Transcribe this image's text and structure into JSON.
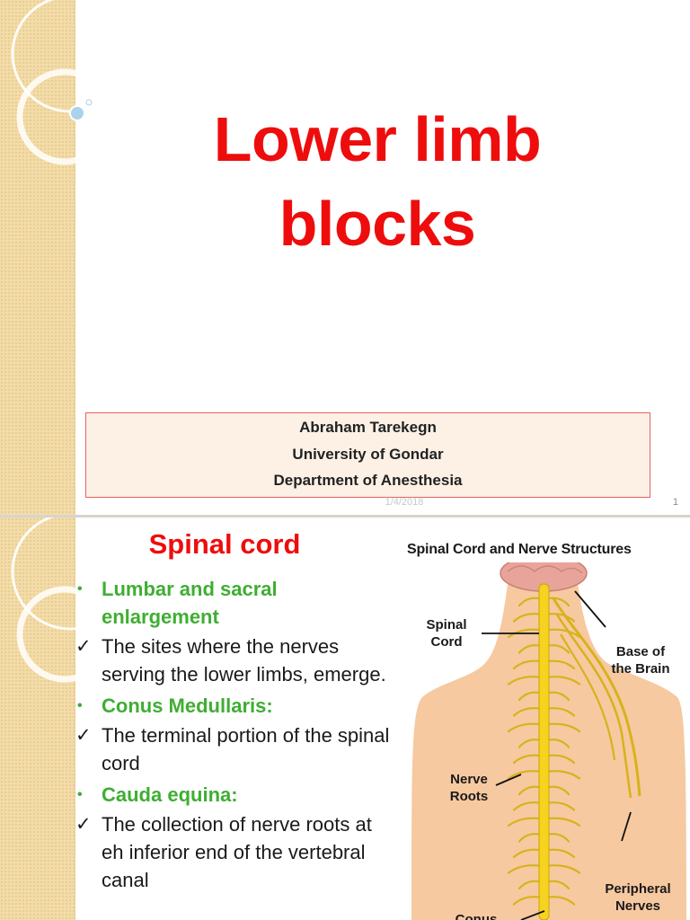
{
  "slide1": {
    "title_lines": [
      "Lower limb",
      "blocks"
    ],
    "author": {
      "name": "Abraham Tarekegn",
      "university": "University of Gondar",
      "department": "Department of Anesthesia"
    },
    "footer": {
      "date": "1/4/2018",
      "slide_number": "1"
    }
  },
  "slide2": {
    "title": "Spinal cord",
    "bullets": [
      {
        "kind": "heading",
        "marker": "•",
        "text": "Lumbar and sacral enlargement"
      },
      {
        "kind": "detail",
        "marker": "✓",
        "text": "The sites where the nerves serving the lower limbs, emerge."
      },
      {
        "kind": "heading",
        "marker": "•",
        "text": "Conus Medullaris:"
      },
      {
        "kind": "detail",
        "marker": "✓",
        "text": "The terminal portion of the spinal cord"
      },
      {
        "kind": "heading",
        "marker": "•",
        "text": "Cauda equina:"
      },
      {
        "kind": "detail",
        "marker": "✓",
        "text": "The collection of nerve roots at eh inferior end of the vertebral canal"
      }
    ],
    "diagram": {
      "title": "Spinal Cord and Nerve Structures",
      "labels": {
        "spinal_cord": "Spinal\nCord",
        "base_of_brain": "Base of\nthe Brain",
        "nerve_roots": "Nerve\nRoots",
        "peripheral_nerves": "Peripheral\nNerves",
        "conus_medularis": "Conus\nMedularis"
      }
    }
  },
  "colors": {
    "title_red": "#ee0d0d",
    "heading_green": "#3fae32",
    "side_strip": "#f3dca8",
    "author_box_bg": "#fdf1e6",
    "author_box_border": "#e86060",
    "skin": "#f6c9a0",
    "spinal_cord": "#f5d320",
    "brain": "#e9a49a"
  }
}
